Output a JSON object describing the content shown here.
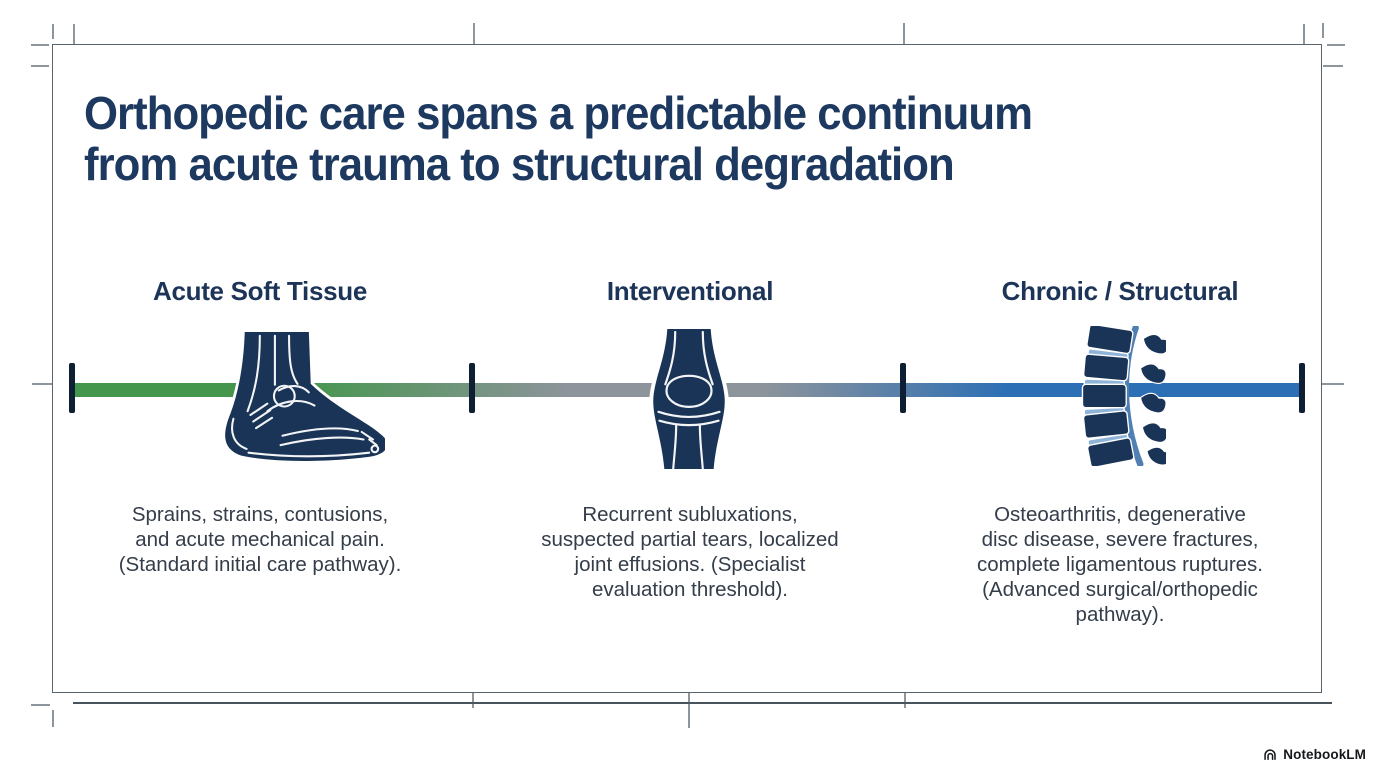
{
  "title": {
    "lines": [
      "Orthopedic care spans a predictable continuum",
      "from acute trauma to structural degradation"
    ]
  },
  "columns": [
    {
      "header": "Acute Soft Tissue",
      "icon": "foot-ankle-icon",
      "description_lines": [
        "Sprains, strains, contusions,",
        "and acute mechanical pain.",
        "(Standard initial care pathway)."
      ]
    },
    {
      "header": "Interventional",
      "icon": "knee-joint-icon",
      "description_lines": [
        "Recurrent subluxations,",
        "suspected partial tears, localized",
        "joint effusions. (Specialist",
        "evaluation threshold)."
      ]
    },
    {
      "header": "Chronic / Structural",
      "icon": "spine-icon",
      "description_lines": [
        "Osteoarthritis, degenerative",
        "disc disease, severe fractures,",
        "complete ligamentous ruptures.",
        "(Advanced surgical/orthopedic",
        "pathway)."
      ]
    }
  ],
  "timeline": {
    "segment_colors": [
      "#44964C",
      "#8D949B",
      "#2D6FB5"
    ],
    "tick_color": "#0E1F33",
    "ticks_count": 4
  },
  "watermark": {
    "label": "NotebookLM"
  },
  "colors": {
    "title_navy": "#1D3960",
    "body_text": "#343D4A",
    "icon_navy": "#1A3457",
    "disc_light_blue": "#8FB4D8",
    "spine_cord_blue": "#4F7FB3",
    "frame_gray": "#5A646C"
  }
}
